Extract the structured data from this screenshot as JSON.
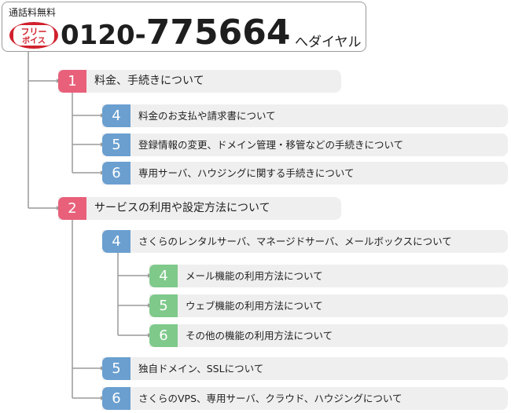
{
  "header": {
    "toll_free_label": "通話料無料",
    "logo_text_top": "フリー",
    "logo_text_bottom": "ボイス",
    "phone_prefix": "0120-",
    "phone_main": "775664",
    "dial_suffix": "へダイヤル"
  },
  "colors": {
    "red": "#e8607a",
    "blue": "#6a9fd0",
    "green": "#7fc98b",
    "item_bg": "#efefef",
    "line": "#9a9a9a"
  },
  "menu": [
    {
      "number": "1",
      "label": "料金、手続きについて"
    },
    {
      "number": "4",
      "label": "料金のお支払や請求書について"
    },
    {
      "number": "5",
      "label": "登録情報の変更、ドメイン管理・移管などの手続きについて"
    },
    {
      "number": "6",
      "label": "専用サーバ、ハウジングに関する手続きについて"
    },
    {
      "number": "2",
      "label": "サービスの利用や設定方法について"
    },
    {
      "number": "4",
      "label": "さくらのレンタルサーバ、マネージドサーバ、メールボックスについて"
    },
    {
      "number": "4",
      "label": "メール機能の利用方法について"
    },
    {
      "number": "5",
      "label": "ウェブ機能の利用方法について"
    },
    {
      "number": "6",
      "label": "その他の機能の利用方法について"
    },
    {
      "number": "5",
      "label": "独自ドメイン、SSLについて"
    },
    {
      "number": "6",
      "label": "さくらのVPS、専用サーバ、クラウド、ハウジングについて"
    }
  ]
}
